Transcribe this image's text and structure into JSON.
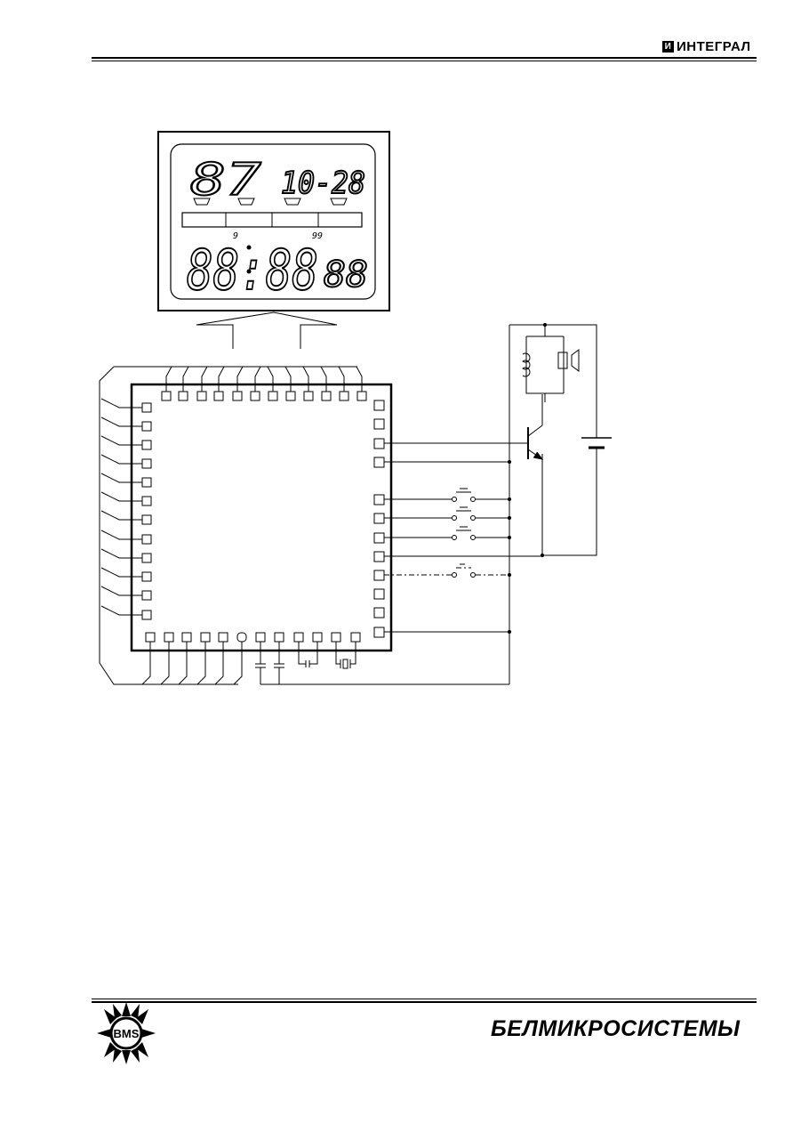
{
  "header": {
    "brand": "ИНТЕГРАЛ",
    "logo_letter": "И"
  },
  "footer": {
    "brand": "БЕЛМИКРОСИСТЕМЫ",
    "logo_text": "BMS"
  },
  "lcd": {
    "row1_left": "87",
    "row1_right": "10-28",
    "row2_main": "88:88",
    "row2_small": "88",
    "small_mark_a": "9",
    "small_mark_b": "99"
  }
}
